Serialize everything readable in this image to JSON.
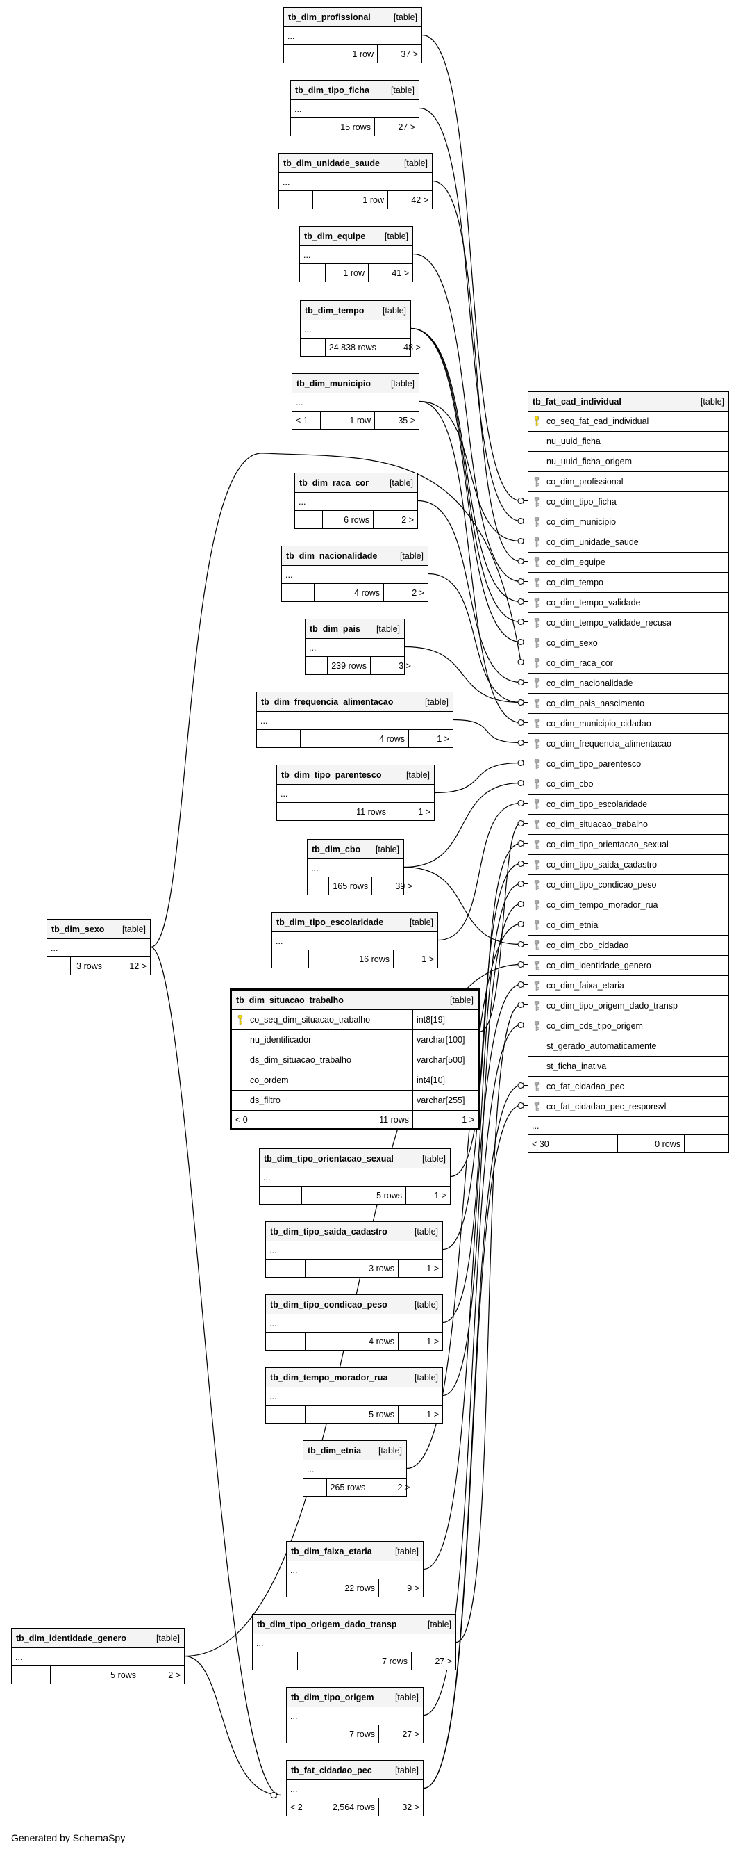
{
  "fact_table": {
    "name": "tb_fat_cad_individual",
    "type": "[table]",
    "columns": [
      {
        "name": "co_seq_fat_cad_individual",
        "key": "pk"
      },
      {
        "name": "nu_uuid_ficha",
        "key": "none"
      },
      {
        "name": "nu_uuid_ficha_origem",
        "key": "none"
      },
      {
        "name": "co_dim_profissional",
        "key": "fk"
      },
      {
        "name": "co_dim_tipo_ficha",
        "key": "fk"
      },
      {
        "name": "co_dim_municipio",
        "key": "fk"
      },
      {
        "name": "co_dim_unidade_saude",
        "key": "fk"
      },
      {
        "name": "co_dim_equipe",
        "key": "fk"
      },
      {
        "name": "co_dim_tempo",
        "key": "fk"
      },
      {
        "name": "co_dim_tempo_validade",
        "key": "fk"
      },
      {
        "name": "co_dim_tempo_validade_recusa",
        "key": "fk"
      },
      {
        "name": "co_dim_sexo",
        "key": "fk"
      },
      {
        "name": "co_dim_raca_cor",
        "key": "fk"
      },
      {
        "name": "co_dim_nacionalidade",
        "key": "fk"
      },
      {
        "name": "co_dim_pais_nascimento",
        "key": "fk"
      },
      {
        "name": "co_dim_municipio_cidadao",
        "key": "fk"
      },
      {
        "name": "co_dim_frequencia_alimentacao",
        "key": "fk"
      },
      {
        "name": "co_dim_tipo_parentesco",
        "key": "fk"
      },
      {
        "name": "co_dim_cbo",
        "key": "fk"
      },
      {
        "name": "co_dim_tipo_escolaridade",
        "key": "fk"
      },
      {
        "name": "co_dim_situacao_trabalho",
        "key": "fk"
      },
      {
        "name": "co_dim_tipo_orientacao_sexual",
        "key": "fk"
      },
      {
        "name": "co_dim_tipo_saida_cadastro",
        "key": "fk"
      },
      {
        "name": "co_dim_tipo_condicao_peso",
        "key": "fk"
      },
      {
        "name": "co_dim_tempo_morador_rua",
        "key": "fk"
      },
      {
        "name": "co_dim_etnia",
        "key": "fk"
      },
      {
        "name": "co_dim_cbo_cidadao",
        "key": "fk"
      },
      {
        "name": "co_dim_identidade_genero",
        "key": "fk"
      },
      {
        "name": "co_dim_faixa_etaria",
        "key": "fk"
      },
      {
        "name": "co_dim_tipo_origem_dado_transp",
        "key": "fk"
      },
      {
        "name": "co_dim_cds_tipo_origem",
        "key": "fk"
      },
      {
        "name": "st_gerado_automaticamente",
        "key": "none"
      },
      {
        "name": "st_ficha_inativa",
        "key": "none"
      },
      {
        "name": "co_fat_cidadao_pec",
        "key": "fk"
      },
      {
        "name": "co_fat_cidadao_pec_responsvl",
        "key": "fk"
      }
    ],
    "ellipsis": "...",
    "footer": [
      "< 30",
      "0 rows",
      ""
    ]
  },
  "focus_table": {
    "name": "tb_dim_situacao_trabalho",
    "type": "[table]",
    "columns": [
      {
        "name": "co_seq_dim_situacao_trabalho",
        "datatype": "int8[19]",
        "key": "pk"
      },
      {
        "name": "nu_identificador",
        "datatype": "varchar[100]",
        "key": "none"
      },
      {
        "name": "ds_dim_situacao_trabalho",
        "datatype": "varchar[500]",
        "key": "none"
      },
      {
        "name": "co_ordem",
        "datatype": "int4[10]",
        "key": "none"
      },
      {
        "name": "ds_filtro",
        "datatype": "varchar[255]",
        "key": "none"
      }
    ],
    "footer": [
      "< 0",
      "11 rows",
      "1 >"
    ]
  },
  "dimension_tables": [
    {
      "id": "profissional",
      "name": "tb_dim_profissional",
      "type": "[table]",
      "ellipsis": "...",
      "footer": [
        "",
        "1 row",
        "37 >"
      ]
    },
    {
      "id": "tipo_ficha",
      "name": "tb_dim_tipo_ficha",
      "type": "[table]",
      "ellipsis": "...",
      "footer": [
        "",
        "15 rows",
        "27 >"
      ]
    },
    {
      "id": "unidade_saude",
      "name": "tb_dim_unidade_saude",
      "type": "[table]",
      "ellipsis": "...",
      "footer": [
        "",
        "1 row",
        "42 >"
      ]
    },
    {
      "id": "equipe",
      "name": "tb_dim_equipe",
      "type": "[table]",
      "ellipsis": "...",
      "footer": [
        "",
        "1 row",
        "41 >"
      ]
    },
    {
      "id": "tempo",
      "name": "tb_dim_tempo",
      "type": "[table]",
      "ellipsis": "...",
      "footer": [
        "",
        "24,838 rows",
        "48 >"
      ]
    },
    {
      "id": "municipio",
      "name": "tb_dim_municipio",
      "type": "[table]",
      "ellipsis": "...",
      "footer": [
        "< 1",
        "1 row",
        "35 >"
      ]
    },
    {
      "id": "raca_cor",
      "name": "tb_dim_raca_cor",
      "type": "[table]",
      "ellipsis": "...",
      "footer": [
        "",
        "6 rows",
        "2 >"
      ]
    },
    {
      "id": "nacionalidade",
      "name": "tb_dim_nacionalidade",
      "type": "[table]",
      "ellipsis": "...",
      "footer": [
        "",
        "4 rows",
        "2 >"
      ]
    },
    {
      "id": "pais",
      "name": "tb_dim_pais",
      "type": "[table]",
      "ellipsis": "...",
      "footer": [
        "",
        "239 rows",
        "3 >"
      ]
    },
    {
      "id": "frequencia_alimentacao",
      "name": "tb_dim_frequencia_alimentacao",
      "type": "[table]",
      "ellipsis": "...",
      "footer": [
        "",
        "4 rows",
        "1 >"
      ]
    },
    {
      "id": "tipo_parentesco",
      "name": "tb_dim_tipo_parentesco",
      "type": "[table]",
      "ellipsis": "...",
      "footer": [
        "",
        "11 rows",
        "1 >"
      ]
    },
    {
      "id": "cbo",
      "name": "tb_dim_cbo",
      "type": "[table]",
      "ellipsis": "...",
      "footer": [
        "",
        "165 rows",
        "39 >"
      ]
    },
    {
      "id": "tipo_escolaridade",
      "name": "tb_dim_tipo_escolaridade",
      "type": "[table]",
      "ellipsis": "...",
      "footer": [
        "",
        "16 rows",
        "1 >"
      ]
    },
    {
      "id": "sexo",
      "name": "tb_dim_sexo",
      "type": "[table]",
      "ellipsis": "...",
      "footer": [
        "",
        "3 rows",
        "12 >"
      ]
    },
    {
      "id": "tipo_orientacao_sexual",
      "name": "tb_dim_tipo_orientacao_sexual",
      "type": "[table]",
      "ellipsis": "...",
      "footer": [
        "",
        "5 rows",
        "1 >"
      ]
    },
    {
      "id": "tipo_saida_cadastro",
      "name": "tb_dim_tipo_saida_cadastro",
      "type": "[table]",
      "ellipsis": "...",
      "footer": [
        "",
        "3 rows",
        "1 >"
      ]
    },
    {
      "id": "tipo_condicao_peso",
      "name": "tb_dim_tipo_condicao_peso",
      "type": "[table]",
      "ellipsis": "...",
      "footer": [
        "",
        "4 rows",
        "1 >"
      ]
    },
    {
      "id": "tempo_morador_rua",
      "name": "tb_dim_tempo_morador_rua",
      "type": "[table]",
      "ellipsis": "...",
      "footer": [
        "",
        "5 rows",
        "1 >"
      ]
    },
    {
      "id": "etnia",
      "name": "tb_dim_etnia",
      "type": "[table]",
      "ellipsis": "...",
      "footer": [
        "",
        "265 rows",
        "2 >"
      ]
    },
    {
      "id": "faixa_etaria",
      "name": "tb_dim_faixa_etaria",
      "type": "[table]",
      "ellipsis": "...",
      "footer": [
        "",
        "22 rows",
        "9 >"
      ]
    },
    {
      "id": "identidade_genero",
      "name": "tb_dim_identidade_genero",
      "type": "[table]",
      "ellipsis": "...",
      "footer": [
        "",
        "5 rows",
        "2 >"
      ]
    },
    {
      "id": "tipo_origem_dado_transp",
      "name": "tb_dim_tipo_origem_dado_transp",
      "type": "[table]",
      "ellipsis": "...",
      "footer": [
        "",
        "7 rows",
        "27 >"
      ]
    },
    {
      "id": "tipo_origem",
      "name": "tb_dim_tipo_origem",
      "type": "[table]",
      "ellipsis": "...",
      "footer": [
        "",
        "7 rows",
        "27 >"
      ]
    },
    {
      "id": "cidadao_pec",
      "name": "tb_fat_cidadao_pec",
      "type": "[table]",
      "ellipsis": "...",
      "footer": [
        "< 2",
        "2,564 rows",
        "32 >"
      ]
    }
  ],
  "credit": "Generated by SchemaSpy",
  "colors": {
    "line": "#000000",
    "header": "#f4f4f4",
    "pk_key": "#f2d600",
    "fk_key": "#aaaaaa"
  }
}
